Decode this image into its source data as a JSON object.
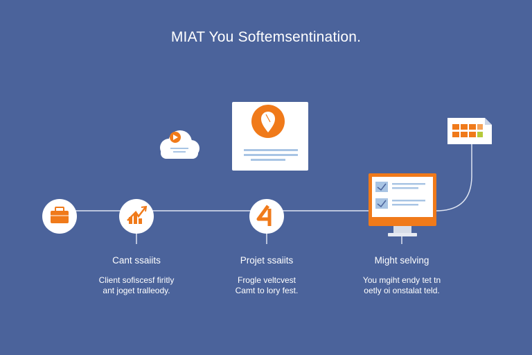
{
  "title": "MIAT You Softemsentination.",
  "steps": [
    {
      "label": "Cant ssaiits",
      "desc_lines": [
        "Client sofiscesf firitly",
        "ant joget tralleody."
      ]
    },
    {
      "label": "Projet ssaiits",
      "desc_lines": [
        "Frogle veltcvest",
        "Camt to lory fest."
      ]
    },
    {
      "label": "Might selving",
      "desc_lines": [
        "You mgiht endy tet tn",
        "oetly oi onstalat teld."
      ]
    }
  ],
  "icons": {
    "briefcase": "briefcase-icon",
    "growth": "growth-chart-icon",
    "project": "project-number-icon",
    "monitor": "monitor-checklist-icon",
    "card": "document-location-card",
    "cloud": "cloud-play-icon",
    "grid": "calendar-grid-icon"
  },
  "colors": {
    "background": "#4b639b",
    "accent": "#f07a1a",
    "line": "#dfe5f2",
    "card": "#ffffff"
  }
}
